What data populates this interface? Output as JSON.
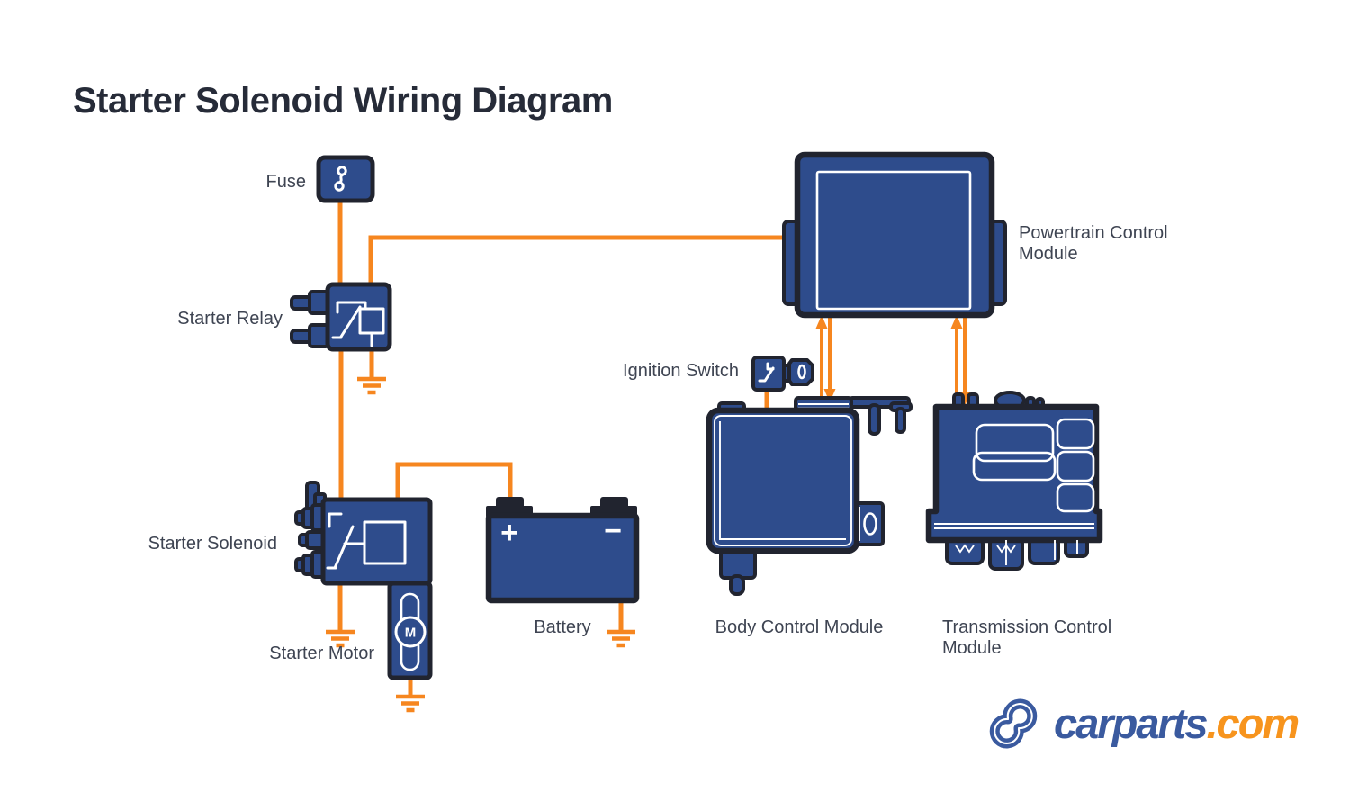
{
  "title": "Starter Solenoid Wiring Diagram",
  "colors": {
    "component_blue": "#2E4C8C",
    "outline_dark": "#21242F",
    "wire_orange": "#F6861F",
    "label_text": "#3E4452",
    "title_text": "#262B38",
    "logo_blue": "#3A5A9F",
    "logo_orange": "#F7941D",
    "background": "#FFFFFF"
  },
  "components": {
    "fuse": {
      "label": "Fuse"
    },
    "starter_relay": {
      "label": "Starter Relay"
    },
    "starter_solenoid": {
      "label": "Starter Solenoid"
    },
    "starter_motor": {
      "label": "Starter Motor",
      "symbol": "M"
    },
    "battery": {
      "label": "Battery",
      "positive_terminal": "+",
      "negative_terminal": "−"
    },
    "ignition_switch": {
      "label": "Ignition Switch"
    },
    "powertrain_control_module": {
      "label": "Powertrain Control Module"
    },
    "body_control_module": {
      "label": "Body Control Module"
    },
    "transmission_control_module": {
      "label": "Transmission Control Module"
    }
  },
  "logo": {
    "brand": "carparts",
    "tld": ".com"
  }
}
